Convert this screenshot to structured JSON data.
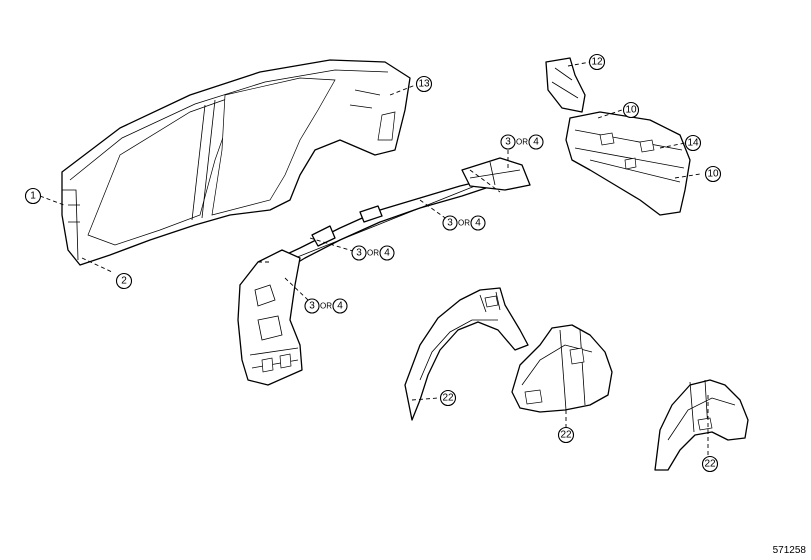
{
  "diagram": {
    "code": "571258",
    "callouts": [
      {
        "id": "c1",
        "num": "1"
      },
      {
        "id": "c2",
        "num": "2"
      },
      {
        "id": "c13",
        "num": "13"
      },
      {
        "id": "c12",
        "num": "12"
      },
      {
        "id": "c10a",
        "num": "10"
      },
      {
        "id": "c14",
        "num": "14"
      },
      {
        "id": "c10b",
        "num": "10"
      },
      {
        "id": "c22a",
        "num": "22"
      },
      {
        "id": "c22b",
        "num": "22"
      },
      {
        "id": "c22c",
        "num": "22"
      }
    ],
    "alt_callouts": [
      {
        "id": "a1",
        "first": "3",
        "or": "OR",
        "second": "4"
      },
      {
        "id": "a2",
        "first": "3",
        "or": "OR",
        "second": "4"
      },
      {
        "id": "a3",
        "first": "3",
        "or": "OR",
        "second": "4"
      },
      {
        "id": "a4",
        "first": "3",
        "or": "OR",
        "second": "4"
      }
    ]
  }
}
